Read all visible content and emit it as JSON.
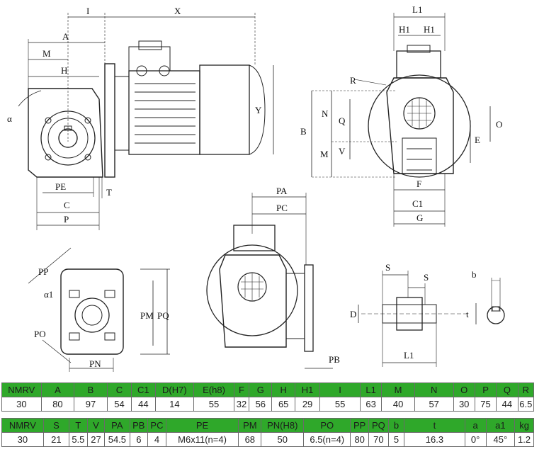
{
  "drawing": {
    "labels": {
      "I": "I",
      "X": "X",
      "A": "A",
      "M": "M",
      "H": "H",
      "alpha": "α",
      "Y": "Y",
      "PE": "PE",
      "T": "T",
      "C": "C",
      "P": "P",
      "L1": "L1",
      "H1a": "H1",
      "H1b": "H1",
      "R": "R",
      "N": "N",
      "Q": "Q",
      "B": "B",
      "M2": "M",
      "V": "V",
      "O": "O",
      "E": "E",
      "F": "F",
      "C1": "C1",
      "G": "G",
      "PA": "PA",
      "PC": "PC",
      "PB": "PB",
      "PP": "PP",
      "a1": "α1",
      "PO": "PO",
      "PN": "PN",
      "PM": "PM",
      "PQ": "PQ",
      "S1": "S",
      "S2": "S",
      "D": "D",
      "L1b": "L1",
      "b": "b",
      "t": "t"
    }
  },
  "table1": {
    "headers": [
      "NMRV",
      "A",
      "B",
      "C",
      "C1",
      "D(H7)",
      "E(h8)",
      "F",
      "G",
      "H",
      "H1",
      "I",
      "L1",
      "M",
      "N",
      "O",
      "P",
      "Q",
      "R"
    ],
    "values": [
      "30",
      "80",
      "97",
      "54",
      "44",
      "14",
      "55",
      "32",
      "56",
      "65",
      "29",
      "55",
      "63",
      "40",
      "57",
      "30",
      "75",
      "44",
      "6.5"
    ]
  },
  "table2": {
    "headers": [
      "NMRV",
      "S",
      "T",
      "V",
      "PA",
      "PB",
      "PC",
      "PE",
      "PM",
      "PN(H8)",
      "PO",
      "PP",
      "PQ",
      "b",
      "t",
      "a",
      "a1",
      "kg"
    ],
    "values": [
      "30",
      "21",
      "5.5",
      "27",
      "54.5",
      "6",
      "4",
      "M6x11(n=4)",
      "68",
      "50",
      "6.5(n=4)",
      "80",
      "70",
      "5",
      "16.3",
      "0°",
      "45°",
      "1.2"
    ]
  }
}
